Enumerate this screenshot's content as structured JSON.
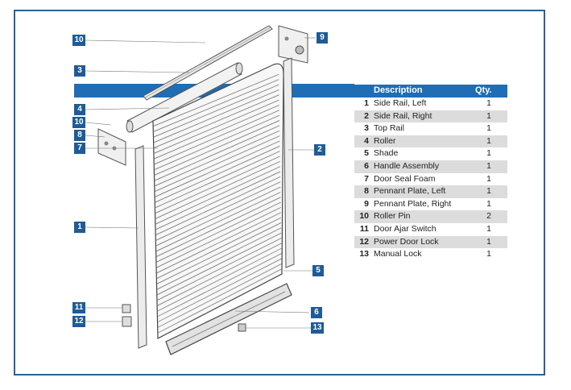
{
  "table": {
    "header": {
      "description": "Description",
      "qty": "Qty."
    },
    "rows": [
      {
        "num": "1",
        "description": "Side Rail, Left",
        "qty": "1"
      },
      {
        "num": "2",
        "description": "Side Rail, Right",
        "qty": "1"
      },
      {
        "num": "3",
        "description": "Top Rail",
        "qty": "1"
      },
      {
        "num": "4",
        "description": "Roller",
        "qty": "1"
      },
      {
        "num": "5",
        "description": "Shade",
        "qty": "1"
      },
      {
        "num": "6",
        "description": "Handle Assembly",
        "qty": "1"
      },
      {
        "num": "7",
        "description": "Door Seal Foam",
        "qty": "1"
      },
      {
        "num": "8",
        "description": "Pennant Plate, Left",
        "qty": "1"
      },
      {
        "num": "9",
        "description": "Pennant Plate, Right",
        "qty": "1"
      },
      {
        "num": "10",
        "description": "Roller Pin",
        "qty": "2"
      },
      {
        "num": "11",
        "description": "Door Ajar Switch",
        "qty": "1"
      },
      {
        "num": "12",
        "description": "Power Door Lock",
        "qty": "1"
      },
      {
        "num": "13",
        "description": "Manual Lock",
        "qty": "1"
      }
    ]
  },
  "callouts": [
    "10",
    "3",
    "9",
    "4",
    "10",
    "8",
    "7",
    "2",
    "1",
    "5",
    "6",
    "11",
    "12",
    "13"
  ],
  "colors": {
    "frame": "#2e5f95",
    "callout": "#1f5b96",
    "header_bar": "#1f6db5",
    "row_shade": "#dcdcdc"
  }
}
